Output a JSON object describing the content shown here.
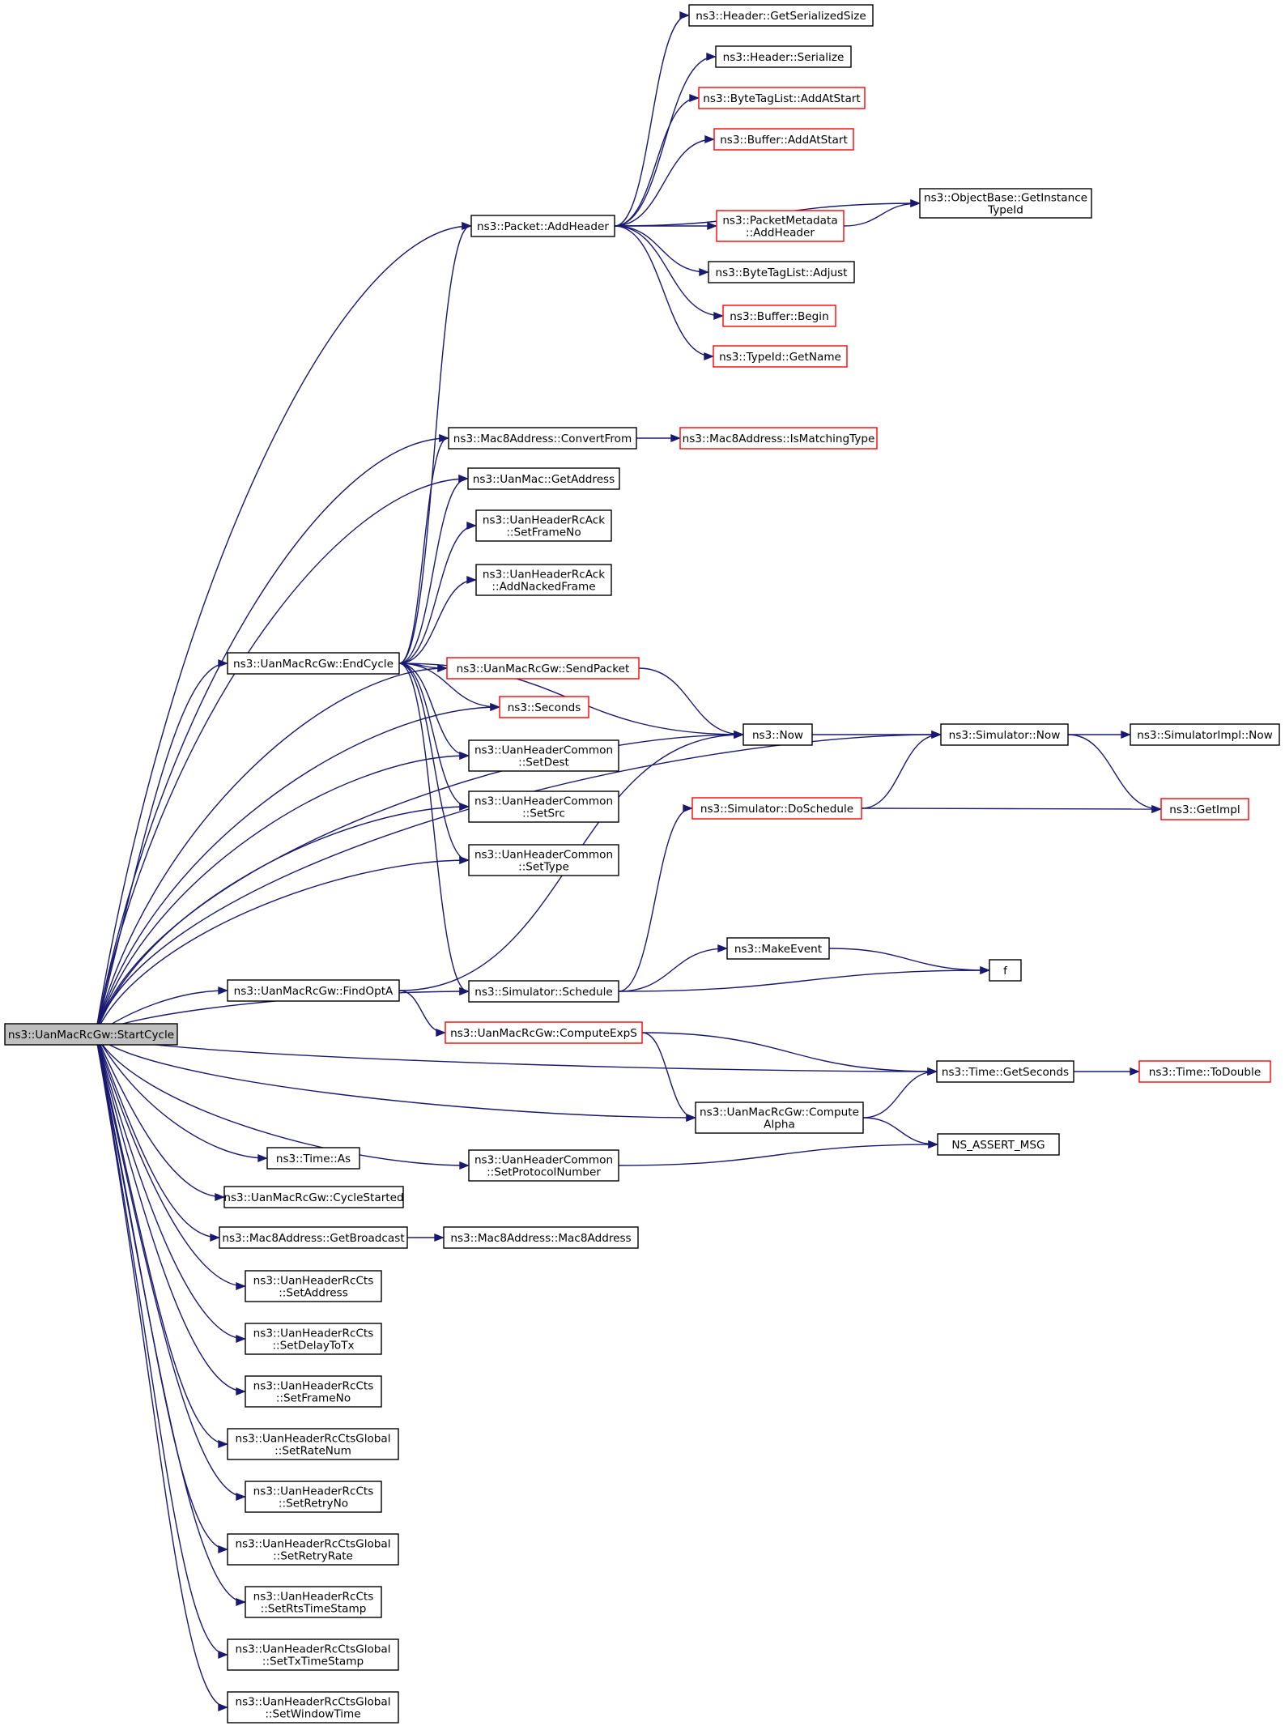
{
  "colors": {
    "edge": "#191970",
    "default_border": "#000000",
    "incomplete_border": "#ff0000",
    "root_fill": "#bfbfbf"
  },
  "nodes": [
    {
      "id": "root",
      "lines": [
        "ns3::UanMacRcGw::StartCycle"
      ],
      "style": "root"
    },
    {
      "id": "hdr_getsersize",
      "lines": [
        "ns3::Header::GetSerializedSize"
      ],
      "style": "normal"
    },
    {
      "id": "hdr_serialize",
      "lines": [
        "ns3::Header::Serialize"
      ],
      "style": "normal"
    },
    {
      "id": "btl_addatstart",
      "lines": [
        "ns3::ByteTagList::AddAtStart"
      ],
      "style": "red"
    },
    {
      "id": "buf_addatstart",
      "lines": [
        "ns3::Buffer::AddAtStart"
      ],
      "style": "red"
    },
    {
      "id": "ob_getinstance",
      "lines": [
        "ns3::ObjectBase::GetInstance",
        "TypeId"
      ],
      "style": "normal"
    },
    {
      "id": "pkt_addheader",
      "lines": [
        "ns3::Packet::AddHeader"
      ],
      "style": "normal"
    },
    {
      "id": "pm_addheader",
      "lines": [
        "ns3::PacketMetadata",
        "::AddHeader"
      ],
      "style": "red"
    },
    {
      "id": "btl_adjust",
      "lines": [
        "ns3::ByteTagList::Adjust"
      ],
      "style": "normal"
    },
    {
      "id": "buf_begin",
      "lines": [
        "ns3::Buffer::Begin"
      ],
      "style": "red"
    },
    {
      "id": "typeid_getname",
      "lines": [
        "ns3::TypeId::GetName"
      ],
      "style": "red"
    },
    {
      "id": "m8_convertfrom",
      "lines": [
        "ns3::Mac8Address::ConvertFrom"
      ],
      "style": "normal"
    },
    {
      "id": "m8_ismatching",
      "lines": [
        "ns3::Mac8Address::IsMatchingType"
      ],
      "style": "red"
    },
    {
      "id": "uanmac_getaddr",
      "lines": [
        "ns3::UanMac::GetAddress"
      ],
      "style": "normal"
    },
    {
      "id": "ack_setframeno",
      "lines": [
        "ns3::UanHeaderRcAck",
        "::SetFrameNo"
      ],
      "style": "normal"
    },
    {
      "id": "ack_addnacked",
      "lines": [
        "ns3::UanHeaderRcAck",
        "::AddNackedFrame"
      ],
      "style": "normal"
    },
    {
      "id": "endcycle",
      "lines": [
        "ns3::UanMacRcGw::EndCycle"
      ],
      "style": "normal"
    },
    {
      "id": "sendpacket",
      "lines": [
        "ns3::UanMacRcGw::SendPacket"
      ],
      "style": "red"
    },
    {
      "id": "seconds",
      "lines": [
        "ns3::Seconds"
      ],
      "style": "red"
    },
    {
      "id": "hc_setdest",
      "lines": [
        "ns3::UanHeaderCommon",
        "::SetDest"
      ],
      "style": "normal"
    },
    {
      "id": "now",
      "lines": [
        "ns3::Now"
      ],
      "style": "normal"
    },
    {
      "id": "sim_now",
      "lines": [
        "ns3::Simulator::Now"
      ],
      "style": "normal"
    },
    {
      "id": "simimpl_now",
      "lines": [
        "ns3::SimulatorImpl::Now"
      ],
      "style": "normal"
    },
    {
      "id": "doschedule",
      "lines": [
        "ns3::Simulator::DoSchedule"
      ],
      "style": "red"
    },
    {
      "id": "getimpl",
      "lines": [
        "ns3::GetImpl"
      ],
      "style": "red"
    },
    {
      "id": "hc_setsrc",
      "lines": [
        "ns3::UanHeaderCommon",
        "::SetSrc"
      ],
      "style": "normal"
    },
    {
      "id": "hc_settype",
      "lines": [
        "ns3::UanHeaderCommon",
        "::SetType"
      ],
      "style": "normal"
    },
    {
      "id": "makeevent",
      "lines": [
        "ns3::MakeEvent"
      ],
      "style": "normal"
    },
    {
      "id": "f",
      "lines": [
        "f"
      ],
      "style": "normal"
    },
    {
      "id": "findopta",
      "lines": [
        "ns3::UanMacRcGw::FindOptA"
      ],
      "style": "normal"
    },
    {
      "id": "schedule",
      "lines": [
        "ns3::Simulator::Schedule"
      ],
      "style": "normal"
    },
    {
      "id": "computeexps",
      "lines": [
        "ns3::UanMacRcGw::ComputeExpS"
      ],
      "style": "red"
    },
    {
      "id": "time_getseconds",
      "lines": [
        "ns3::Time::GetSeconds"
      ],
      "style": "normal"
    },
    {
      "id": "time_todouble",
      "lines": [
        "ns3::Time::ToDouble"
      ],
      "style": "red"
    },
    {
      "id": "computealpha",
      "lines": [
        "ns3::UanMacRcGw::Compute",
        "Alpha"
      ],
      "style": "normal"
    },
    {
      "id": "ns_assert_msg",
      "lines": [
        "NS_ASSERT_MSG"
      ],
      "style": "normal"
    },
    {
      "id": "time_as",
      "lines": [
        "ns3::Time::As"
      ],
      "style": "normal"
    },
    {
      "id": "hc_setprotocol",
      "lines": [
        "ns3::UanHeaderCommon",
        "::SetProtocolNumber"
      ],
      "style": "normal"
    },
    {
      "id": "cyclestarted",
      "lines": [
        "ns3::UanMacRcGw::CycleStarted"
      ],
      "style": "normal"
    },
    {
      "id": "m8_getbroadcast",
      "lines": [
        "ns3::Mac8Address::GetBroadcast"
      ],
      "style": "normal"
    },
    {
      "id": "m8_mac8address",
      "lines": [
        "ns3::Mac8Address::Mac8Address"
      ],
      "style": "normal"
    },
    {
      "id": "cts_setaddress",
      "lines": [
        "ns3::UanHeaderRcCts",
        "::SetAddress"
      ],
      "style": "normal"
    },
    {
      "id": "cts_setdelay",
      "lines": [
        "ns3::UanHeaderRcCts",
        "::SetDelayToTx"
      ],
      "style": "normal"
    },
    {
      "id": "cts_setframeno",
      "lines": [
        "ns3::UanHeaderRcCts",
        "::SetFrameNo"
      ],
      "style": "normal"
    },
    {
      "id": "ctsg_setratenum",
      "lines": [
        "ns3::UanHeaderRcCtsGlobal",
        "::SetRateNum"
      ],
      "style": "normal"
    },
    {
      "id": "cts_setretryno",
      "lines": [
        "ns3::UanHeaderRcCts",
        "::SetRetryNo"
      ],
      "style": "normal"
    },
    {
      "id": "ctsg_setretryrate",
      "lines": [
        "ns3::UanHeaderRcCtsGlobal",
        "::SetRetryRate"
      ],
      "style": "normal"
    },
    {
      "id": "cts_setrts",
      "lines": [
        "ns3::UanHeaderRcCts",
        "::SetRtsTimeStamp"
      ],
      "style": "normal"
    },
    {
      "id": "ctsg_settx",
      "lines": [
        "ns3::UanHeaderRcCtsGlobal",
        "::SetTxTimeStamp"
      ],
      "style": "normal"
    },
    {
      "id": "ctsg_setwindow",
      "lines": [
        "ns3::UanHeaderRcCtsGlobal",
        "::SetWindowTime"
      ],
      "style": "normal"
    }
  ],
  "edges": [
    [
      "root",
      "pkt_addheader"
    ],
    [
      "root",
      "sim_now"
    ],
    [
      "root",
      "m8_convertfrom"
    ],
    [
      "root",
      "uanmac_getaddr"
    ],
    [
      "root",
      "endcycle"
    ],
    [
      "root",
      "sendpacket"
    ],
    [
      "root",
      "seconds"
    ],
    [
      "root",
      "hc_setdest"
    ],
    [
      "root",
      "hc_setsrc"
    ],
    [
      "root",
      "hc_settype"
    ],
    [
      "root",
      "now"
    ],
    [
      "root",
      "schedule"
    ],
    [
      "root",
      "findopta"
    ],
    [
      "root",
      "time_getseconds"
    ],
    [
      "root",
      "computealpha"
    ],
    [
      "root",
      "hc_setprotocol"
    ],
    [
      "root",
      "time_as"
    ],
    [
      "root",
      "cyclestarted"
    ],
    [
      "root",
      "m8_getbroadcast"
    ],
    [
      "root",
      "cts_setaddress"
    ],
    [
      "root",
      "cts_setdelay"
    ],
    [
      "root",
      "cts_setframeno"
    ],
    [
      "root",
      "ctsg_setratenum"
    ],
    [
      "root",
      "cts_setretryno"
    ],
    [
      "root",
      "ctsg_setretryrate"
    ],
    [
      "root",
      "cts_setrts"
    ],
    [
      "root",
      "ctsg_settx"
    ],
    [
      "root",
      "ctsg_setwindow"
    ],
    [
      "pkt_addheader",
      "hdr_getsersize"
    ],
    [
      "pkt_addheader",
      "hdr_serialize"
    ],
    [
      "pkt_addheader",
      "btl_addatstart"
    ],
    [
      "pkt_addheader",
      "buf_addatstart"
    ],
    [
      "pkt_addheader",
      "ob_getinstance"
    ],
    [
      "pkt_addheader",
      "pm_addheader"
    ],
    [
      "pkt_addheader",
      "btl_adjust"
    ],
    [
      "pkt_addheader",
      "buf_begin"
    ],
    [
      "pkt_addheader",
      "typeid_getname"
    ],
    [
      "pm_addheader",
      "ob_getinstance"
    ],
    [
      "m8_convertfrom",
      "m8_ismatching"
    ],
    [
      "endcycle",
      "pkt_addheader"
    ],
    [
      "endcycle",
      "m8_convertfrom"
    ],
    [
      "endcycle",
      "uanmac_getaddr"
    ],
    [
      "endcycle",
      "ack_setframeno"
    ],
    [
      "endcycle",
      "ack_addnacked"
    ],
    [
      "endcycle",
      "now"
    ],
    [
      "endcycle",
      "sendpacket"
    ],
    [
      "endcycle",
      "seconds"
    ],
    [
      "endcycle",
      "hc_setdest"
    ],
    [
      "endcycle",
      "hc_setsrc"
    ],
    [
      "endcycle",
      "hc_settype"
    ],
    [
      "endcycle",
      "schedule"
    ],
    [
      "sendpacket",
      "now"
    ],
    [
      "now",
      "sim_now"
    ],
    [
      "sim_now",
      "simimpl_now"
    ],
    [
      "sim_now",
      "getimpl"
    ],
    [
      "doschedule",
      "sim_now"
    ],
    [
      "doschedule",
      "getimpl"
    ],
    [
      "schedule",
      "doschedule"
    ],
    [
      "schedule",
      "makeevent"
    ],
    [
      "schedule",
      "f"
    ],
    [
      "makeevent",
      "f"
    ],
    [
      "findopta",
      "now"
    ],
    [
      "findopta",
      "computeexps"
    ],
    [
      "computeexps",
      "time_getseconds"
    ],
    [
      "computeexps",
      "computealpha"
    ],
    [
      "computealpha",
      "time_getseconds"
    ],
    [
      "computealpha",
      "ns_assert_msg"
    ],
    [
      "time_getseconds",
      "time_todouble"
    ],
    [
      "hc_setprotocol",
      "ns_assert_msg"
    ],
    [
      "m8_getbroadcast",
      "m8_mac8address"
    ]
  ]
}
